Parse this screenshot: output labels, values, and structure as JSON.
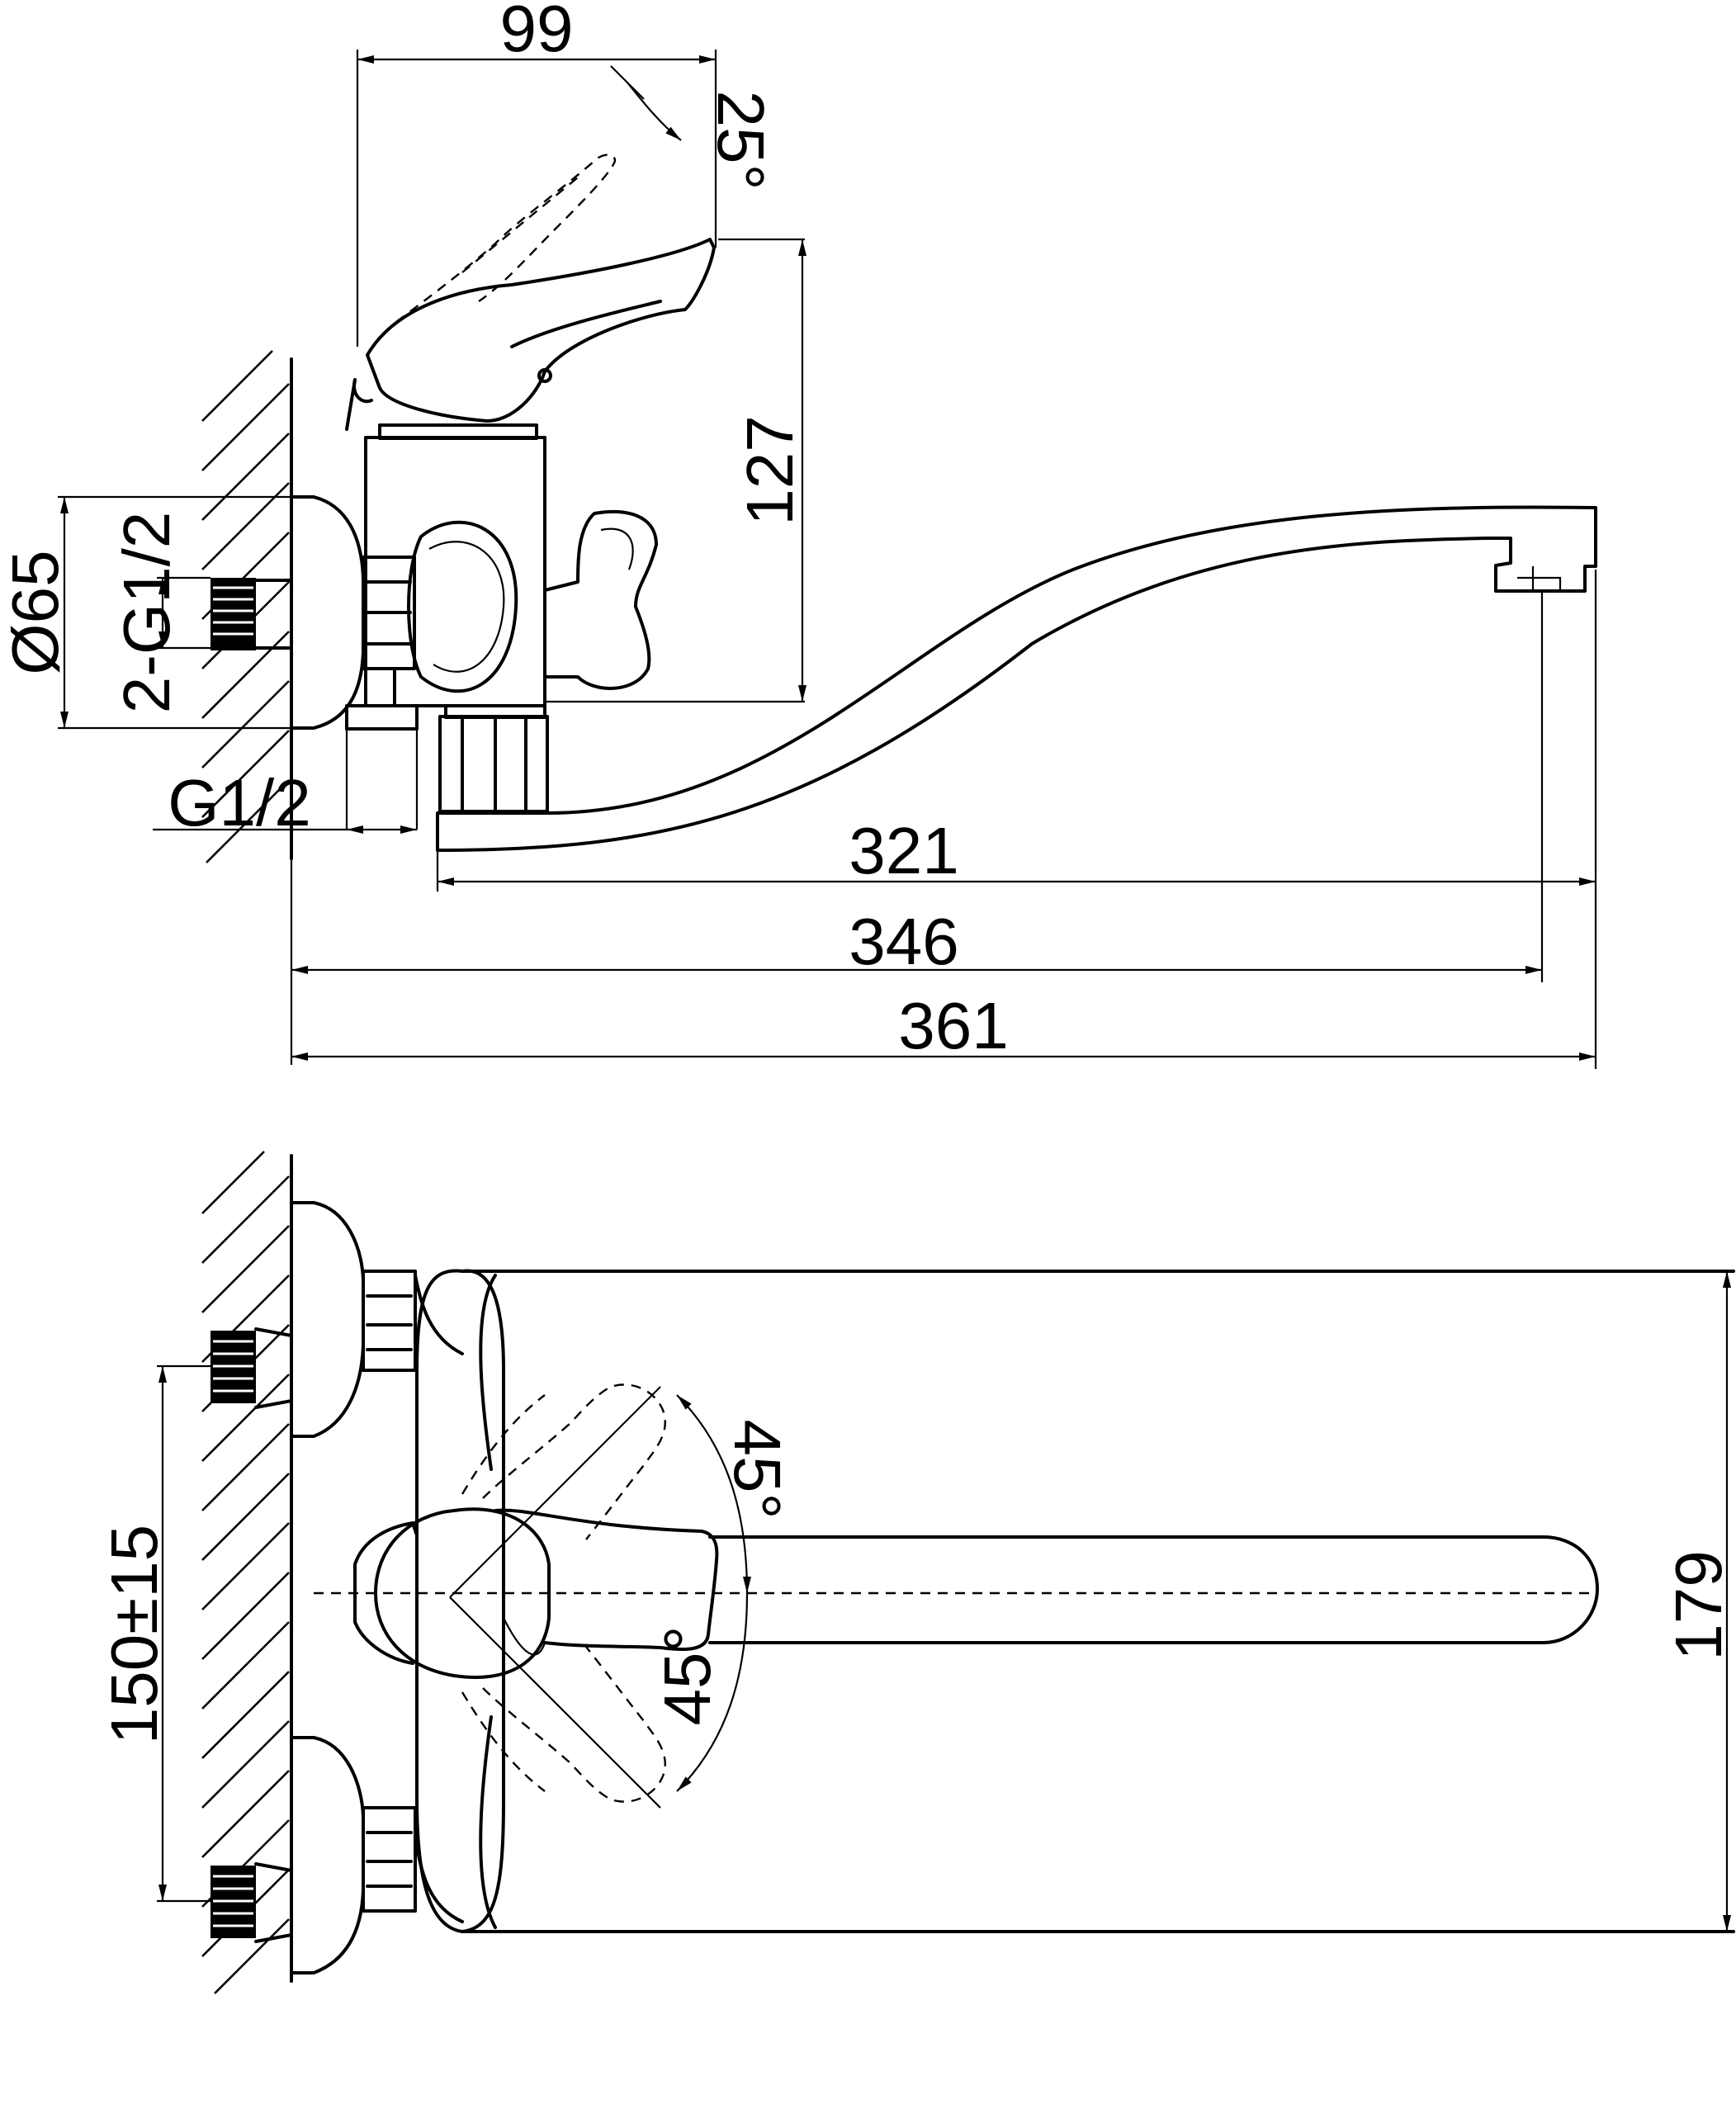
{
  "colors": {
    "line": "#000000",
    "background": "#ffffff"
  },
  "side_view": {
    "dims": {
      "handle_width": "99",
      "handle_angle": "25°",
      "height": "127",
      "flange_diameter": "Ø65",
      "inlet_thread": "2-G1/2",
      "outlet_thread": "G1/2",
      "spout_length": "321",
      "reach_to_outlet": "346",
      "total_length": "361"
    }
  },
  "top_view": {
    "dims": {
      "angle_upper": "45°",
      "angle_lower": "45°",
      "center_distance": "150±15",
      "width": "179"
    }
  }
}
